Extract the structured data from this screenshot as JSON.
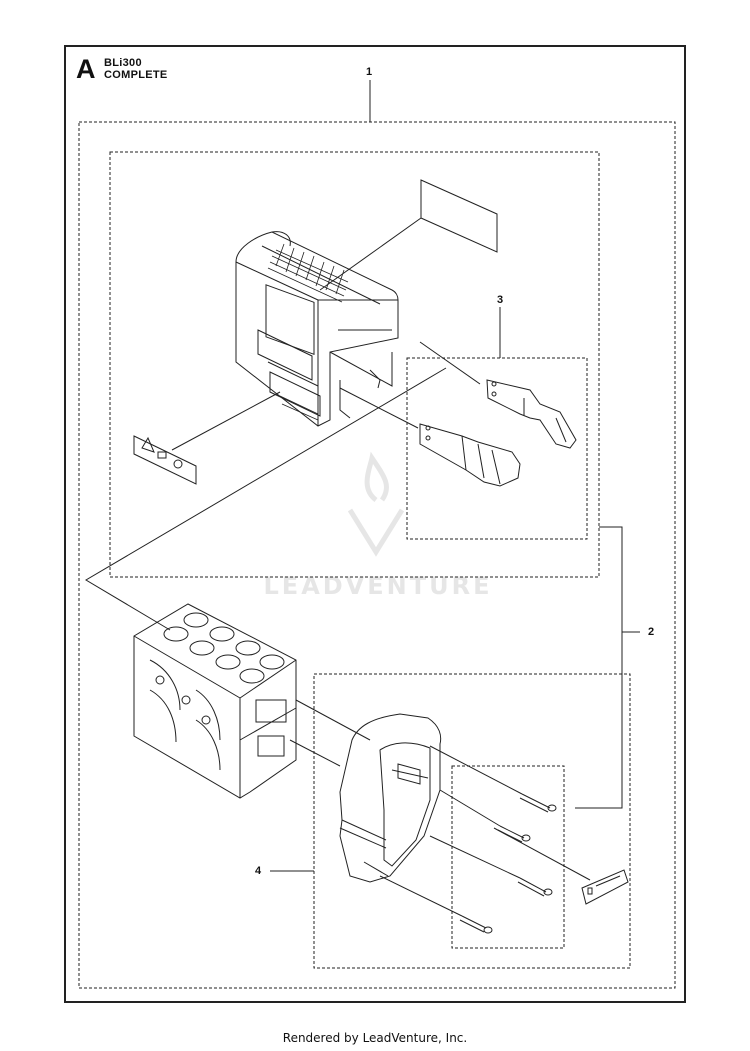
{
  "header": {
    "section_letter": "A",
    "title_line1": "BLi300",
    "title_line2": "COMPLETE"
  },
  "callouts": {
    "c1": "1",
    "c2": "2",
    "c3": "3",
    "c4": "4"
  },
  "watermark": {
    "text": "LEADVENTURE"
  },
  "footer": {
    "text": "Rendered by LeadVenture, Inc."
  },
  "colors": {
    "line": "#222222",
    "watermark": "#e6e6e6"
  }
}
